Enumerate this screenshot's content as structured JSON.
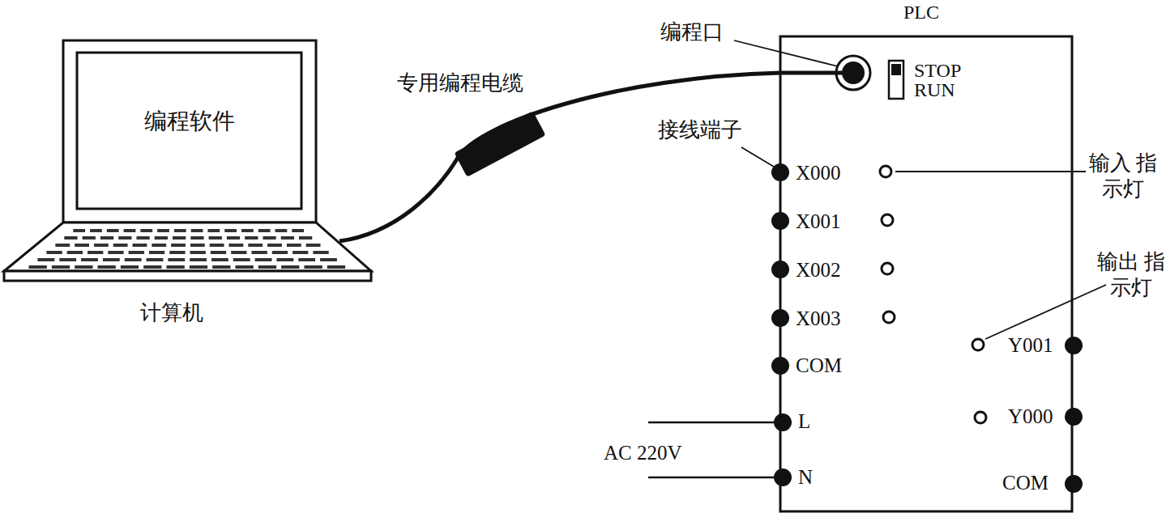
{
  "diagram": {
    "nodes": [
      {
        "text": [
          "计算机"
        ]
      },
      {
        "text": [
          "编程软件"
        ],
        "in": 0
      },
      {
        "text": [
          "PLC"
        ]
      }
    ],
    "edges": [
      {
        "from": 0,
        "to": 2,
        "arrow": "none",
        "label": "专用编程电缆"
      }
    ],
    "labels": [
      "编程口",
      "STOP",
      "RUN",
      "接线端子",
      "X000",
      "X001",
      "X002",
      "X003",
      "COM",
      "L",
      "N",
      "Y001",
      "Y000",
      "COM",
      "输入 指示灯",
      "输出 指示灯",
      "AC 220V"
    ]
  }
}
